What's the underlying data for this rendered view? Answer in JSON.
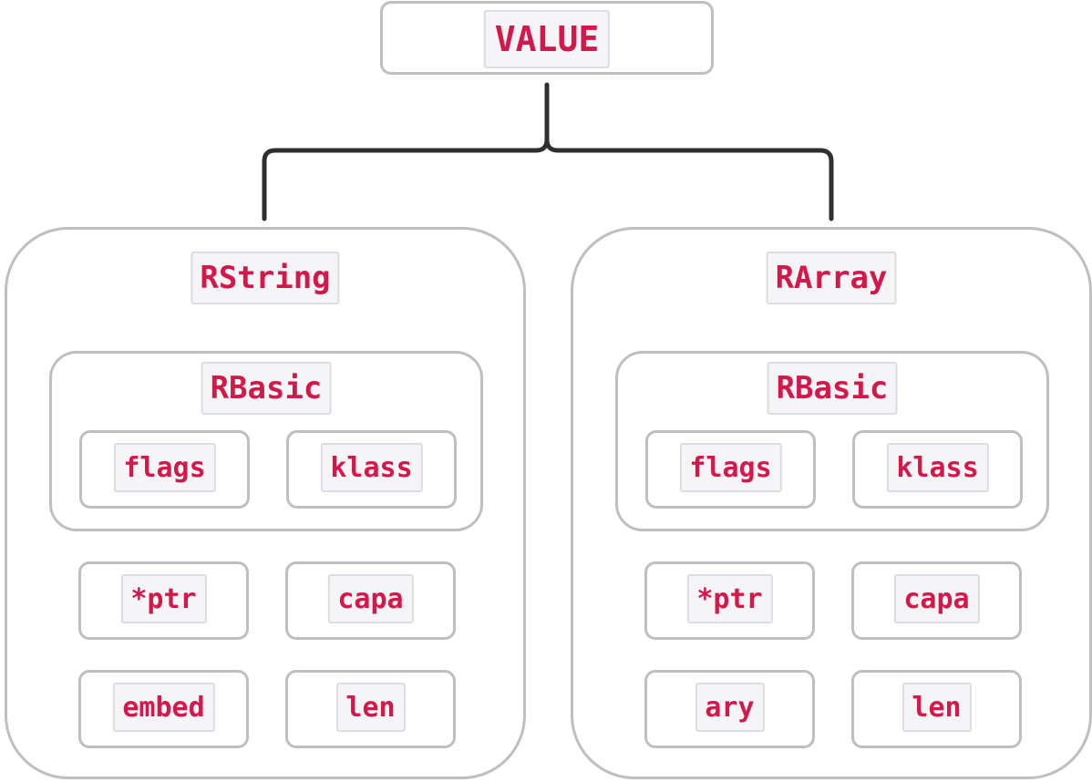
{
  "root": {
    "label": "VALUE"
  },
  "structs": [
    {
      "title": "RString",
      "basic": {
        "title": "RBasic",
        "fields": [
          "flags",
          "klass"
        ]
      },
      "fields": [
        "*ptr",
        "capa",
        "embed",
        "len"
      ]
    },
    {
      "title": "RArray",
      "basic": {
        "title": "RBasic",
        "fields": [
          "flags",
          "klass"
        ]
      },
      "fields": [
        "*ptr",
        "capa",
        "ary",
        "len"
      ]
    }
  ],
  "colors": {
    "label_text": "#d3184a",
    "label_bg": "#f5f5f8",
    "box_border": "#bfbfbf",
    "connector": "#2f2f2f"
  }
}
